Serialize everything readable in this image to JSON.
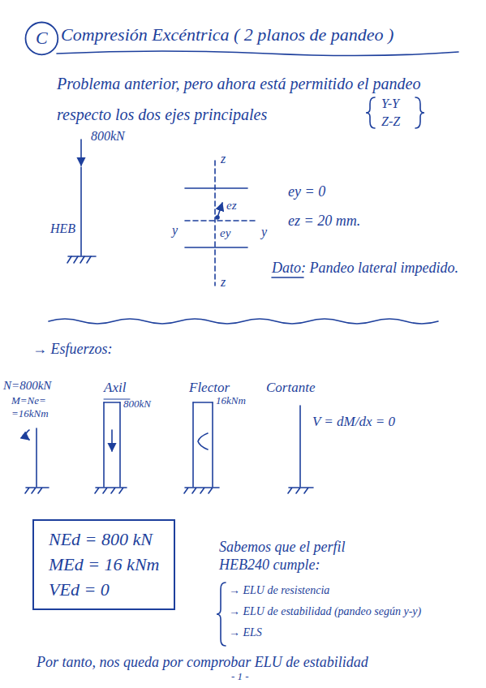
{
  "diagram": {
    "title": "Compresión Excéntrica ( 2 planos de pandeo )",
    "nodes": [
      {
        "text": [
          "C"
        ]
      },
      {
        "text": [
          "NEd = 800 kN",
          "MEd = 16 kNm",
          "VEd = 0"
        ]
      }
    ],
    "labels": [
      "Problema anterior, pero ahora está permitido el pandeo respecto los dos ejes principales",
      "Y-Y",
      "Z-Z",
      "800kN",
      "HEB",
      "z",
      "y",
      "y",
      "ez",
      "ey",
      "z",
      "ey = 0",
      "ez = 20 mm.",
      "Dato: Pandeo lateral impedido.",
      "→ Esfuerzos:",
      "N=800kN",
      "M=Ne= =16kNm",
      "Axil",
      "800kN",
      "Flector",
      "16kNm",
      "Cortante",
      "V = dM/dx = 0",
      "Sabemos que el perfil HEB240 cumple:",
      "→ ELU de resistencia",
      "→ ELU de estabilidad (pandeo según y-y)",
      "→ ELS",
      "Por tanto, nos queda por comprobar ELU de estabilidad",
      "- 1 -"
    ]
  }
}
